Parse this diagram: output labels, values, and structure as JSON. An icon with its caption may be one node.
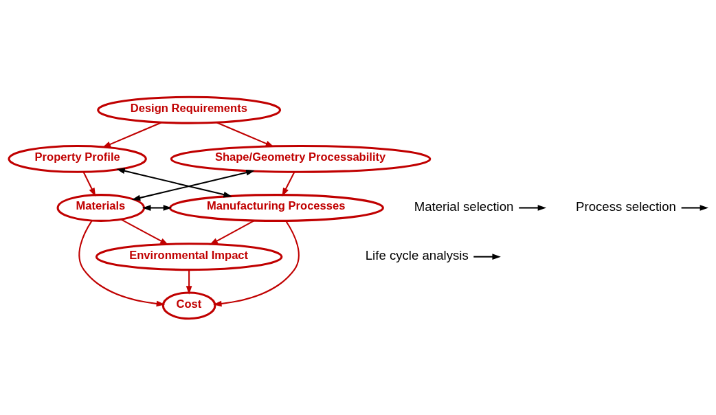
{
  "diagram": {
    "nodes": [
      {
        "text": [
          "Design Requirements"
        ]
      },
      {
        "text": [
          "Property Profile"
        ]
      },
      {
        "text": [
          "Shape/Geometry Processability"
        ]
      },
      {
        "text": [
          "Materials"
        ]
      },
      {
        "text": [
          "Manufacturing Processes"
        ]
      },
      {
        "text": [
          "Cost"
        ]
      },
      {
        "text": [
          "Environmental Impact"
        ]
      },
      {
        "text": [
          "Material selection"
        ]
      },
      {
        "text": [
          "Process selection"
        ]
      },
      {
        "text": [
          "Life cycle analysis"
        ]
      }
    ],
    "edges": [
      {
        "from": 0,
        "to": 1,
        "arrow": "to"
      },
      {
        "from": 0,
        "to": 2,
        "arrow": "to"
      },
      {
        "from": 1,
        "to": 3,
        "arrow": "to"
      },
      {
        "from": 2,
        "to": 4,
        "arrow": "to"
      },
      {
        "from": 1,
        "to": 4,
        "arrow": "both",
        "color": "#000000"
      },
      {
        "from": 2,
        "to": 3,
        "arrow": "both",
        "color": "#000000"
      },
      {
        "from": 3,
        "to": 4,
        "arrow": "both",
        "color": "#000000"
      },
      {
        "from": 3,
        "to": 5,
        "arrow": "to"
      },
      {
        "from": 4,
        "to": 5,
        "arrow": "to"
      },
      {
        "from": 3,
        "to": 6,
        "arrow": "to"
      },
      {
        "from": 4,
        "to": 6,
        "arrow": "to"
      },
      {
        "from": 6,
        "to": 5,
        "arrow": "to"
      },
      {
        "from": 7,
        "to": null,
        "arrow": "to",
        "color": "#000000"
      },
      {
        "from": 8,
        "to": null,
        "arrow": "to",
        "color": "#000000"
      },
      {
        "from": 9,
        "to": null,
        "arrow": "to",
        "color": "#000000"
      }
    ]
  }
}
